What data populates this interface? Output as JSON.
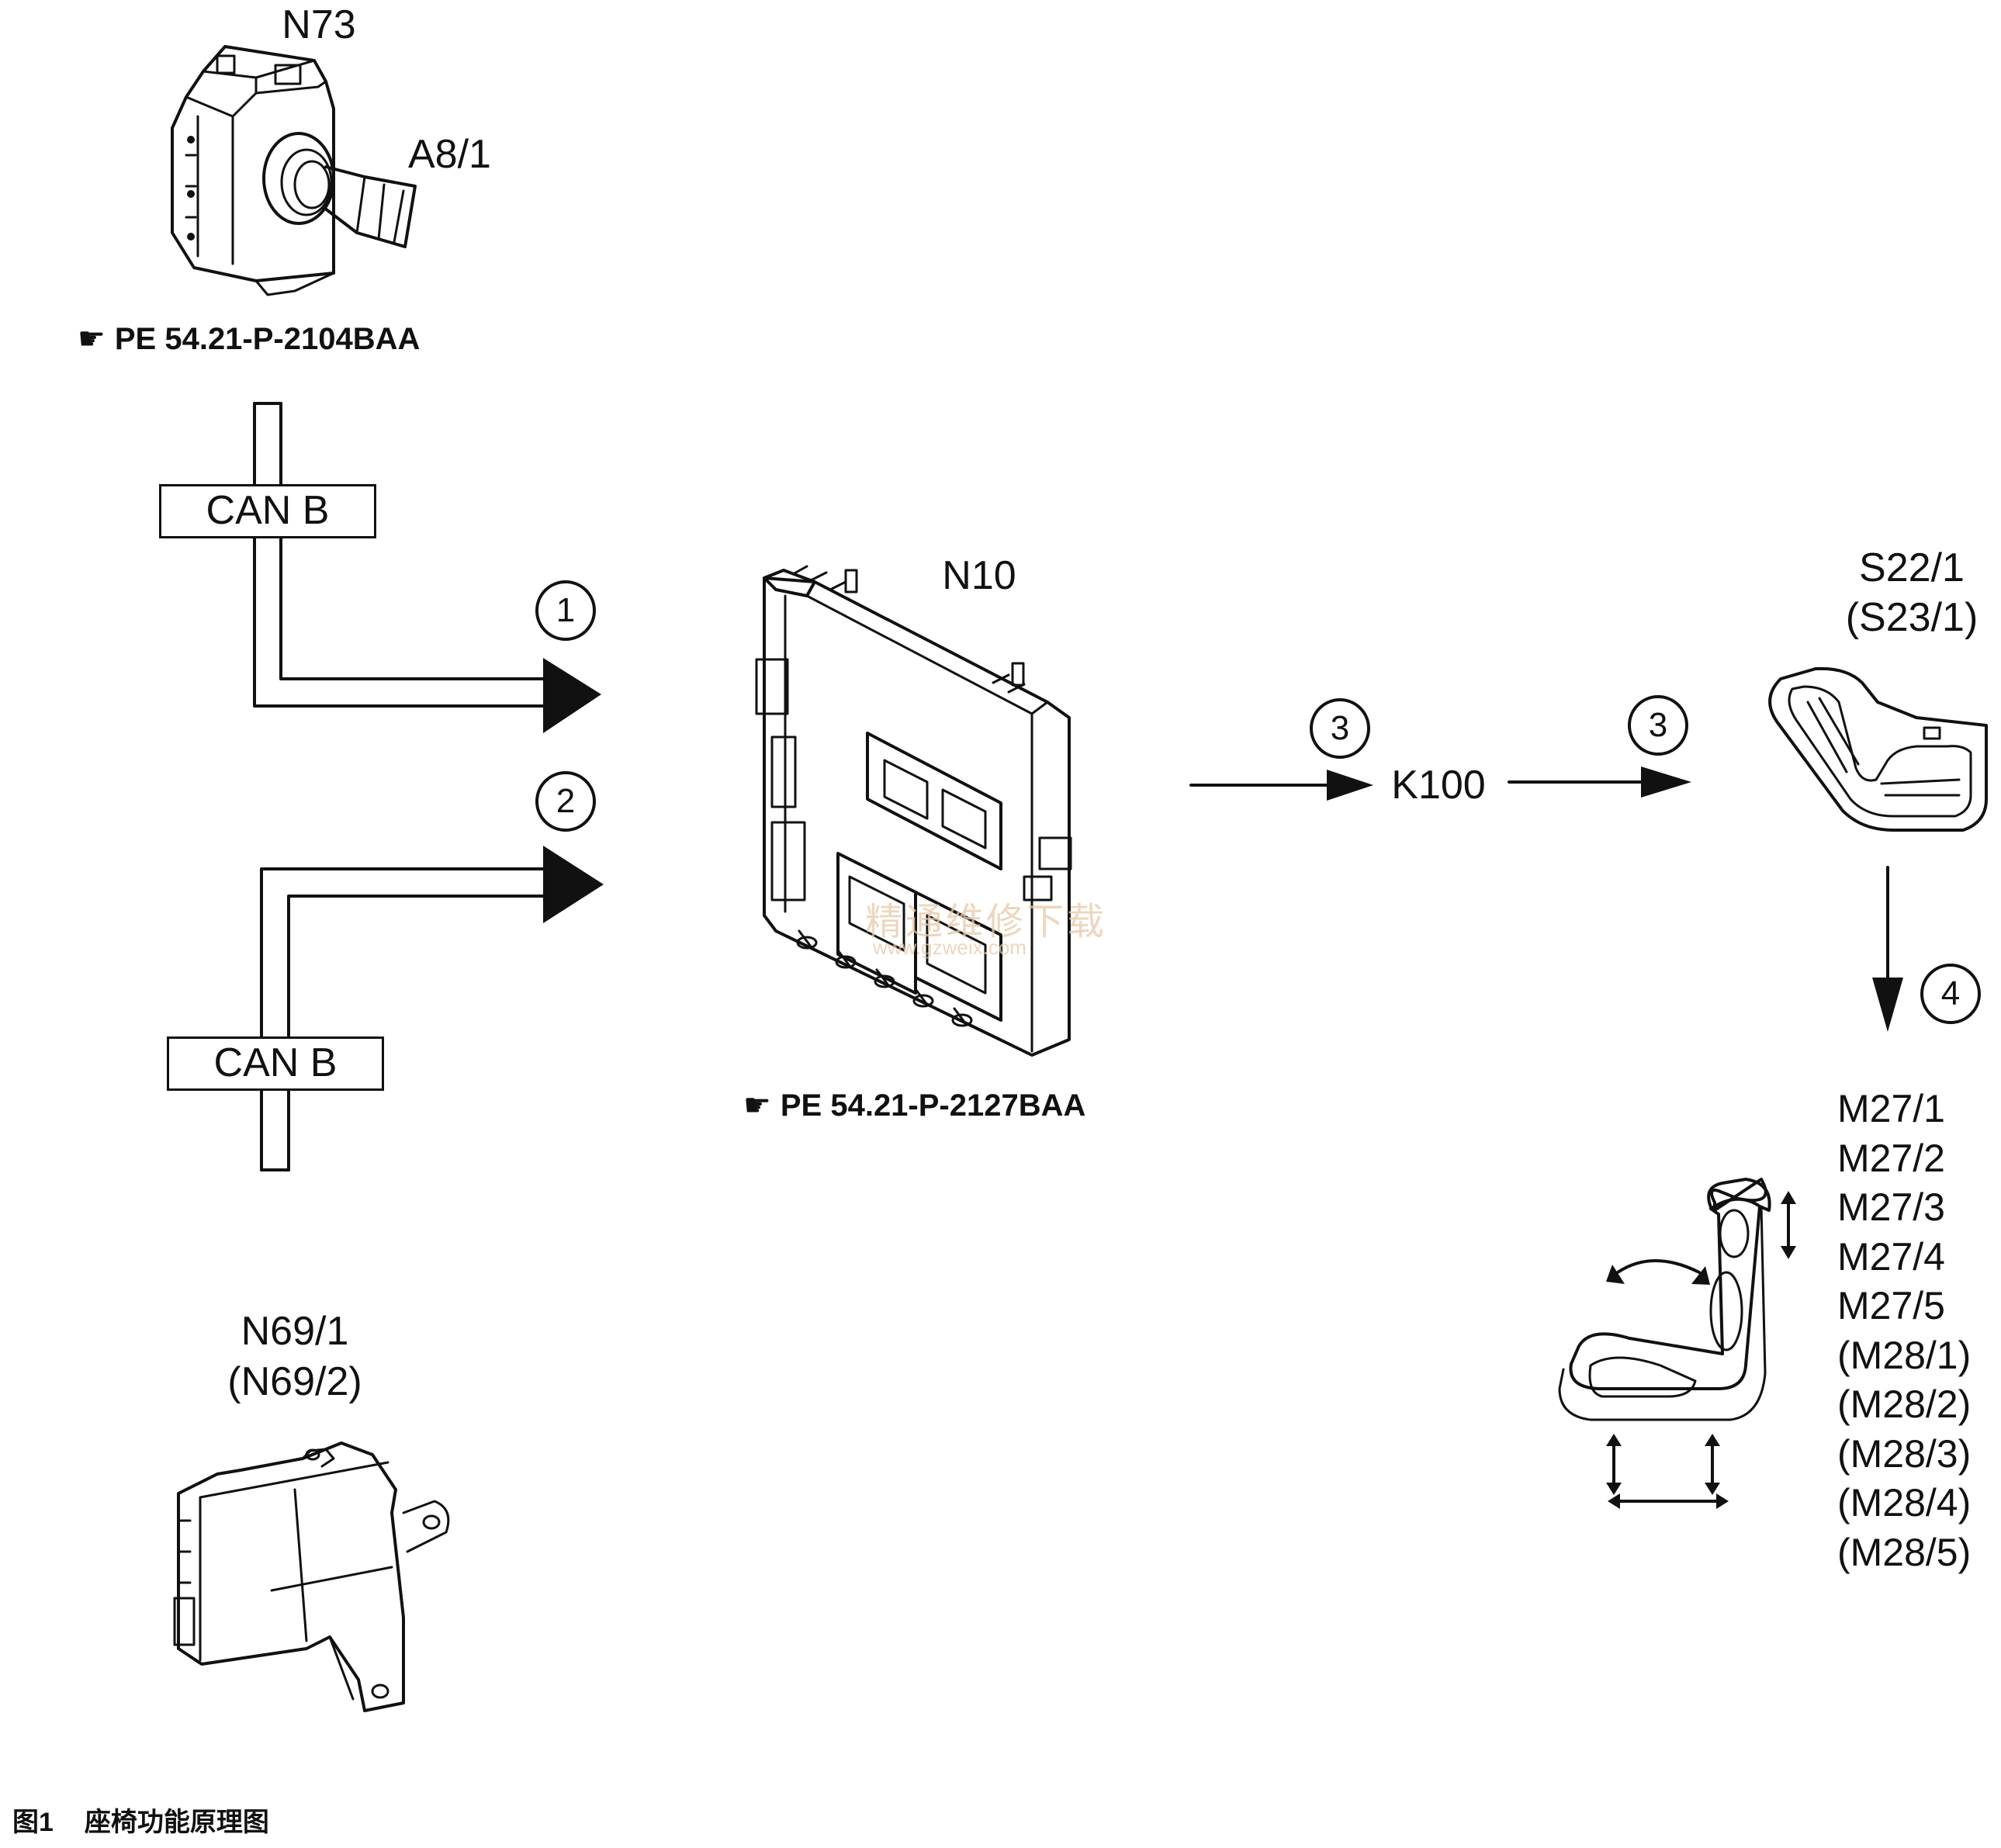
{
  "components": {
    "n73": {
      "label": "N73"
    },
    "a8_1": {
      "label": "A8/1"
    },
    "ref_top": {
      "text": "PE 54.21-P-2104BAA"
    },
    "n10": {
      "label": "N10"
    },
    "ref_mid": {
      "text": "PE 54.21-P-2127BAA"
    },
    "k100": {
      "label": "K100"
    },
    "s22": {
      "label": "S22/1",
      "label_alt": "(S23/1)"
    },
    "n69": {
      "label": "N69/1",
      "label_alt": "(N69/2)"
    }
  },
  "bus": {
    "can_b_top": "CAN B",
    "can_b_bottom": "CAN B"
  },
  "steps": {
    "s1": "1",
    "s2": "2",
    "s3a": "3",
    "s3b": "3",
    "s4": "4"
  },
  "motors": [
    "M27/1",
    "M27/2",
    "M27/3",
    "M27/4",
    "M27/5",
    "(M28/1)",
    "(M28/2)",
    "(M28/3)",
    "(M28/4)",
    "(M28/5)"
  ],
  "caption": {
    "number": "图1",
    "title": "座椅功能原理图"
  },
  "watermark": {
    "text": "精通维修下载",
    "url": "www.gzweix.com"
  }
}
